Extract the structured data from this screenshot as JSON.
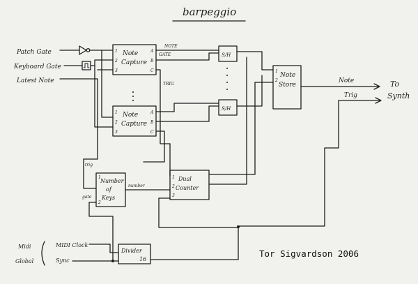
{
  "title": "barpeggio",
  "signature": "Tor Sigvardson 2006",
  "inputs": {
    "patch_gate": "Patch Gate",
    "keyboard_gate": "Keyboard Gate",
    "latest_note": "Latest Note",
    "midi_global_1": "Midi",
    "midi_global_2": "Global",
    "midi_clock": "MIDI Clock",
    "sync": "Sync"
  },
  "outputs": {
    "note": "Note",
    "trig": "Trig",
    "to": "To",
    "synth": "Synth"
  },
  "blocks": {
    "note_capture_1": {
      "l1": "Note",
      "l2": "Capture",
      "p1": "1",
      "p2": "2",
      "p3": "3",
      "pa": "A",
      "pb": "B",
      "pc": "C"
    },
    "note_capture_2": {
      "l1": "Note",
      "l2": "Capture",
      "p1": "1",
      "p2": "2",
      "p3": "3",
      "pa": "A",
      "pb": "B",
      "pc": "C"
    },
    "sample_hold": "S/H",
    "note_store": {
      "l1": "Note",
      "l2": "Store"
    },
    "number_of_keys": {
      "l1": "Number",
      "l2": "of",
      "l3": "Keys",
      "p1": "1",
      "p2": "2"
    },
    "dual_counter": {
      "l1": "Dual",
      "l2": "Counter",
      "p1": "1",
      "p2": "2",
      "p3": "3"
    },
    "divider": {
      "l1": "Divider",
      "l2": "16"
    }
  },
  "wire_labels": {
    "note": "NOTE",
    "gate": "GATE",
    "trig": "TRIG",
    "trig2": "trig",
    "gate2": "gate",
    "number": "number"
  }
}
